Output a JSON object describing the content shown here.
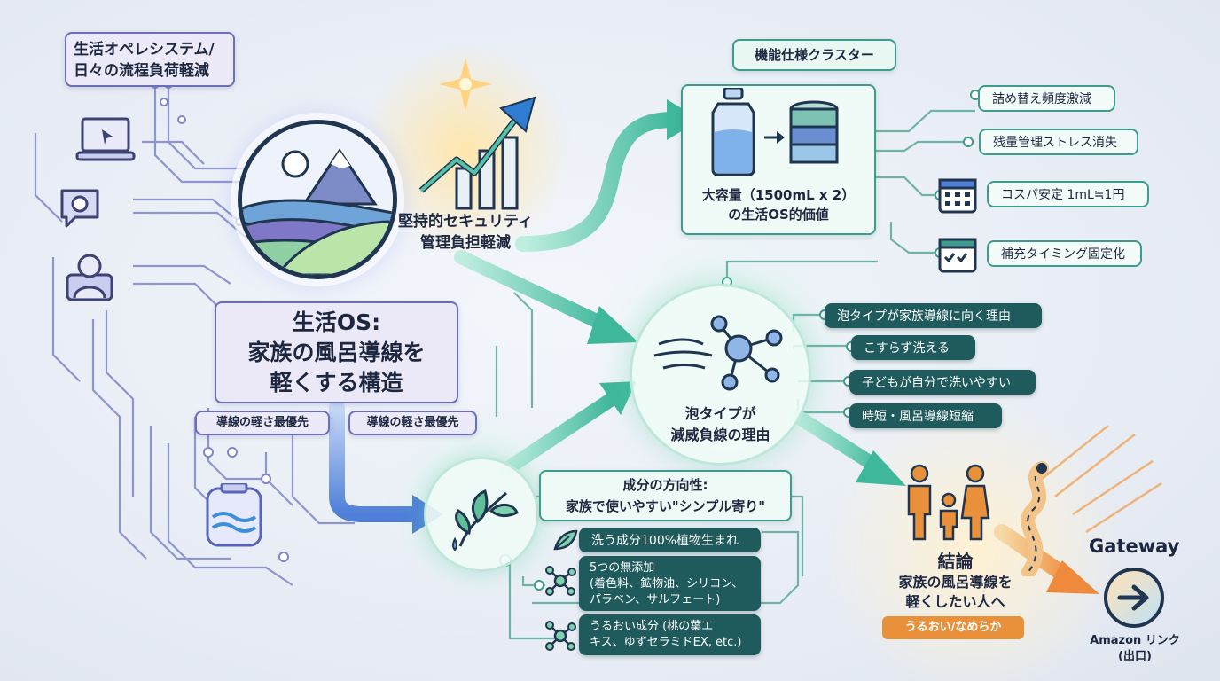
{
  "top_left_box": {
    "line1": "生活オペレシステム/",
    "line2": "日々の流程負荷軽減"
  },
  "hub": {
    "line1": "生活OS:",
    "line2": "家族の風呂導線を",
    "line3": "軽くする構造"
  },
  "tag_left": "導線の軽さ最優先",
  "tag_right": "導線の軽さ最優先",
  "security": {
    "line1": "堅持的セキュリティ",
    "line2": "管理負担軽減"
  },
  "cluster": {
    "title": "機能仕様クラスター",
    "caption1": "大容量（1500mL x 2）",
    "caption2": "の生活OS的価値",
    "items": [
      "詰め替え頻度激減",
      "残量管理ストレス消失",
      "コスパ安定 1mL≒1円",
      "補充タイミング固定化"
    ]
  },
  "foam": {
    "title": "泡タイプが家族導線に向く理由",
    "items": [
      "こすらず洗える",
      "子どもが自分で洗いやすい",
      "時短・風呂導線短縮"
    ],
    "caption1": "泡タイプが",
    "caption2": "減威負線の理由"
  },
  "ingredients": {
    "title1": "成分の方向性:",
    "title2": "家族で使いやすい\"シンプル寄り\"",
    "item1": "洗う成分100%植物生まれ",
    "item2_line1": "5つの無添加",
    "item2_line2": "(着色料、鉱物油、シリコン、",
    "item2_line3": "パラベン、サルフェート)",
    "item3_line1": "うるおい成分 (桃の葉エ",
    "item3_line2": "キス、ゆずセラミドEX, etc.)"
  },
  "conclusion": {
    "title": "結論",
    "line1": "家族の風呂導線を",
    "line2": "軽くしたい人へ",
    "badge": "うるおい/なめらか"
  },
  "gateway": {
    "title": "Gateway",
    "line1": "Amazon リンク",
    "line2": "(出口)"
  },
  "colors": {
    "teal": "#3f9c8c",
    "lavender": "#6d6fb4",
    "orange": "#e8913a",
    "dark_teal": "#1f5a5c"
  }
}
